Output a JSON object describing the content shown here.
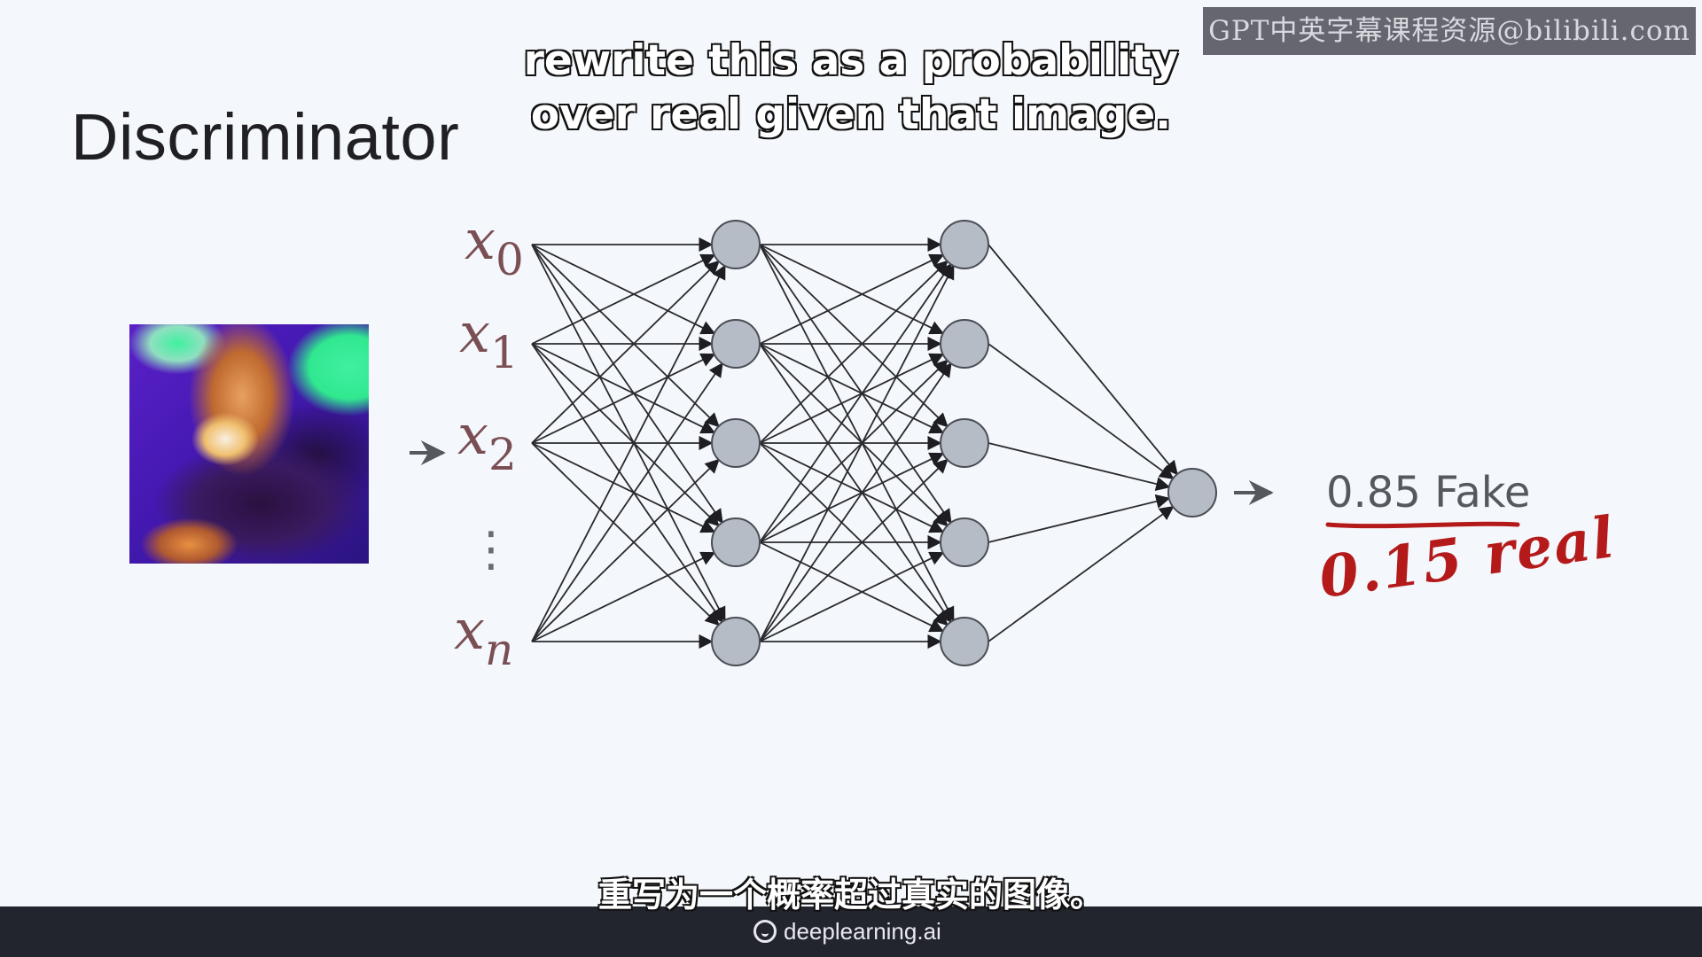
{
  "slide": {
    "title": "Discriminator"
  },
  "subtitles": {
    "english_line1": "rewrite this as a probability",
    "english_line2": "over real given that image.",
    "chinese": "重写为一个概率超过真实的图像。"
  },
  "watermark": {
    "text": "GPT中英字幕课程资源@bilibili.com"
  },
  "network": {
    "input_labels": [
      "x",
      "x",
      "x",
      "x"
    ],
    "input_subscripts": [
      "0",
      "1",
      "2",
      "n"
    ],
    "ellipsis": "⋮",
    "layers": [
      5,
      5,
      1
    ],
    "node_color": "#b6bcc6",
    "line_color": "#2a2a2e"
  },
  "output": {
    "fake_text": "0.85 Fake",
    "real_text": "0.15 real",
    "underline_color": "#b41a1a"
  },
  "footer": {
    "brand": "deeplearning.ai"
  }
}
